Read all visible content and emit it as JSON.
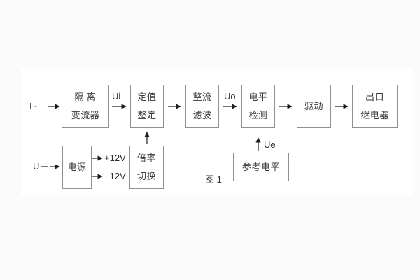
{
  "figure": {
    "caption": "图 1"
  },
  "inputs": {
    "current_input": "I~",
    "voltage_input": "U"
  },
  "signals": {
    "ui": "Ui",
    "uo": "Uo",
    "ue": "Ue",
    "plus_12v": "+12V",
    "minus_12v": "−12V"
  },
  "blocks": {
    "isolation_transformer": {
      "line1": "隔 离",
      "line2": "变流器"
    },
    "setting_adjustment": {
      "line1": "定值",
      "line2": "整定"
    },
    "rectifier_filter": {
      "line1": "整流",
      "line2": "滤波"
    },
    "level_detection": {
      "line1": "电平",
      "line2": "检测"
    },
    "drive": {
      "line1": "驱动"
    },
    "output_relay": {
      "line1": "出口",
      "line2": "继电器"
    },
    "power_supply": {
      "line1": "电源"
    },
    "ratio_switch": {
      "line1": "倍率",
      "line2": "切换"
    },
    "reference_level": {
      "line1": "参考电平"
    }
  },
  "colors": {
    "box_border": "#8f8f8f",
    "arrow": "#1c1c1c",
    "text": "#3a3a3a",
    "panel_bg": "#ffffff",
    "page_bg": "#fbfbfb"
  }
}
